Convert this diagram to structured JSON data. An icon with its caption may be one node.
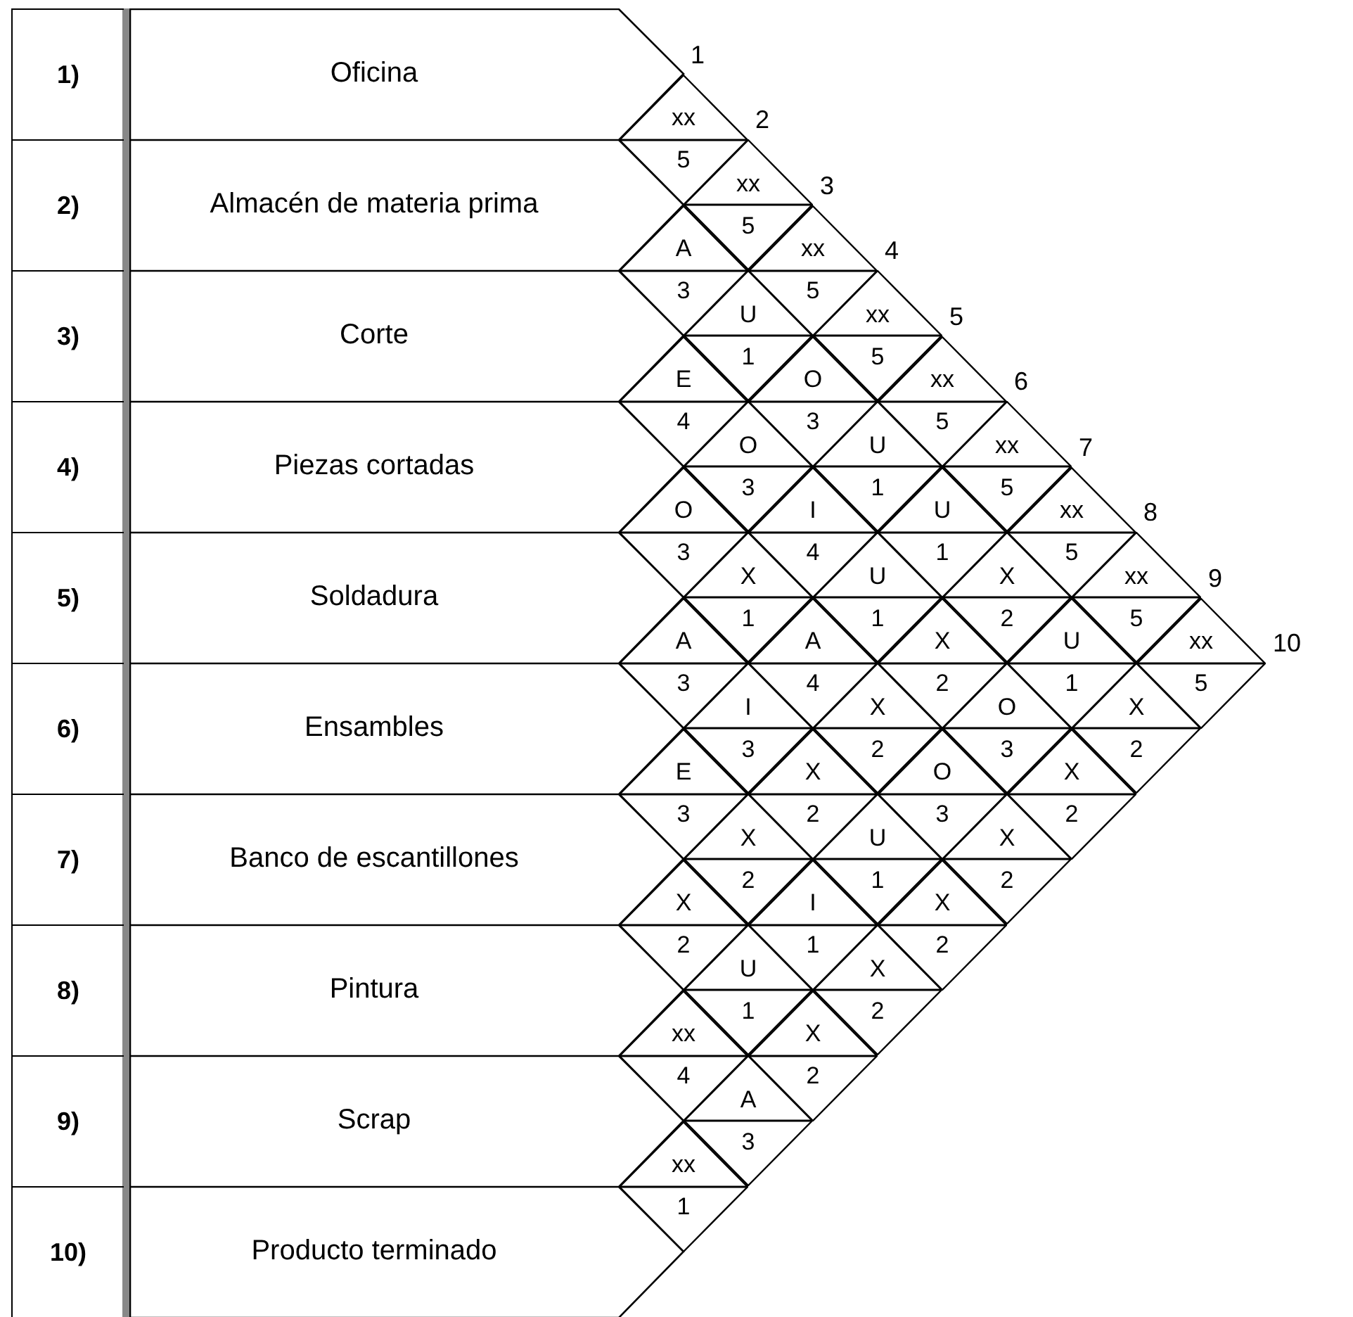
{
  "diagram": {
    "nodes": [
      {
        "text": [
          "1)"
        ]
      },
      {
        "text": [
          "Oficina"
        ]
      },
      {
        "text": [
          "2)"
        ]
      },
      {
        "text": [
          "Almacén de materia prima"
        ]
      },
      {
        "text": [
          "3)"
        ]
      },
      {
        "text": [
          "Corte"
        ]
      },
      {
        "text": [
          "4)"
        ]
      },
      {
        "text": [
          "Piezas cortadas"
        ]
      },
      {
        "text": [
          "5)"
        ]
      },
      {
        "text": [
          "Soldadura"
        ]
      },
      {
        "text": [
          "6)"
        ]
      },
      {
        "text": [
          "Ensambles"
        ]
      },
      {
        "text": [
          "7)"
        ]
      },
      {
        "text": [
          "Banco de escantillones"
        ]
      },
      {
        "text": [
          "8)"
        ]
      },
      {
        "text": [
          "Pintura"
        ]
      },
      {
        "text": [
          "9)"
        ]
      },
      {
        "text": [
          "Scrap"
        ]
      },
      {
        "text": [
          "10)"
        ]
      },
      {
        "text": [
          "Producto terminado"
        ]
      },
      {
        "text": [
          "xx",
          "5"
        ]
      },
      {
        "text": [
          "xx",
          "5"
        ]
      },
      {
        "text": [
          "xx",
          "5"
        ]
      },
      {
        "text": [
          "xx",
          "5"
        ]
      },
      {
        "text": [
          "xx",
          "5"
        ]
      },
      {
        "text": [
          "xx",
          "5"
        ]
      },
      {
        "text": [
          "xx",
          "5"
        ]
      },
      {
        "text": [
          "xx",
          "5"
        ]
      },
      {
        "text": [
          "xx",
          "5"
        ]
      },
      {
        "text": [
          "A",
          "3"
        ]
      },
      {
        "text": [
          "U",
          "1"
        ]
      },
      {
        "text": [
          "O",
          "3"
        ]
      },
      {
        "text": [
          "U",
          "1"
        ]
      },
      {
        "text": [
          "U",
          "1"
        ]
      },
      {
        "text": [
          "X",
          "2"
        ]
      },
      {
        "text": [
          "U",
          "1"
        ]
      },
      {
        "text": [
          "X",
          "2"
        ]
      },
      {
        "text": [
          "E",
          "4"
        ]
      },
      {
        "text": [
          "O",
          "3"
        ]
      },
      {
        "text": [
          "I",
          "4"
        ]
      },
      {
        "text": [
          "U",
          "1"
        ]
      },
      {
        "text": [
          "X",
          "2"
        ]
      },
      {
        "text": [
          "O",
          "3"
        ]
      },
      {
        "text": [
          "X",
          "2"
        ]
      },
      {
        "text": [
          "O",
          "3"
        ]
      },
      {
        "text": [
          "X",
          "1"
        ]
      },
      {
        "text": [
          "A",
          "4"
        ]
      },
      {
        "text": [
          "X",
          "2"
        ]
      },
      {
        "text": [
          "O",
          "3"
        ]
      },
      {
        "text": [
          "X",
          "2"
        ]
      },
      {
        "text": [
          "A",
          "3"
        ]
      },
      {
        "text": [
          "I",
          "3"
        ]
      },
      {
        "text": [
          "X",
          "2"
        ]
      },
      {
        "text": [
          "U",
          "1"
        ]
      },
      {
        "text": [
          "X",
          "2"
        ]
      },
      {
        "text": [
          "E",
          "3"
        ]
      },
      {
        "text": [
          "X",
          "2"
        ]
      },
      {
        "text": [
          "I",
          "1"
        ]
      },
      {
        "text": [
          "X",
          "2"
        ]
      },
      {
        "text": [
          "X",
          "2"
        ]
      },
      {
        "text": [
          "U",
          "1"
        ]
      },
      {
        "text": [
          "X",
          "2"
        ]
      },
      {
        "text": [
          "xx",
          "4"
        ]
      },
      {
        "text": [
          "A",
          "3"
        ]
      },
      {
        "text": [
          "xx",
          "1"
        ]
      }
    ],
    "labels": [
      "1",
      "2",
      "3",
      "4",
      "5",
      "6",
      "7",
      "8",
      "9",
      "10"
    ]
  }
}
